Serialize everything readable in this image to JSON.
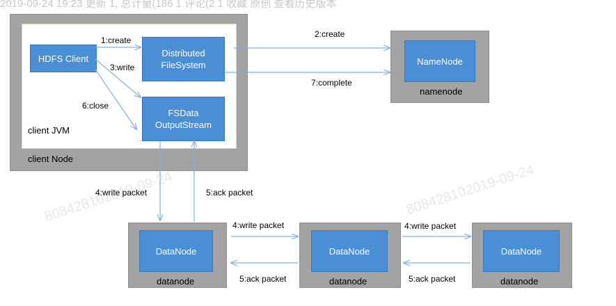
{
  "top_bar_text": "2019-09-24 19:23  更新 1, 总计量(186 1  评论(2 1  收藏  原创  查看历史版本",
  "watermarks": [
    "808428102019-09-24",
    "808428102019-09-24",
    "808428102019-09-24"
  ],
  "boxes": {
    "client_node_label": "client Node",
    "client_jvm_label": "client JVM",
    "hdfs_client": "HDFS Client",
    "distributed_fs": "Distributed\nFileSystem",
    "fsdata_os": "FSData\nOutputStream",
    "namenode_inner": "NameNode",
    "namenode_outer": "namenode",
    "datanode_inner": [
      "DataNode",
      "DataNode",
      "DataNode"
    ],
    "datanode_outer": [
      "datanode",
      "datanode",
      "datanode"
    ]
  },
  "edges": {
    "create1": "1:create",
    "write3": "3:write",
    "close6": "6:close",
    "create2": "2:create",
    "complete7": "7:complete",
    "write_packet_down": "4:write packet",
    "ack_packet_up": "5:ack packet",
    "write_packet_1": "4:write packet",
    "ack_packet_1": "5:ack packet",
    "write_packet_2": "4:write packet",
    "ack_packet_2": "5:ack packet"
  },
  "colors": {
    "blue_box": "#4a8fd6",
    "gray_container": "#a3a3a3",
    "arrow": "#7fb2e3"
  }
}
